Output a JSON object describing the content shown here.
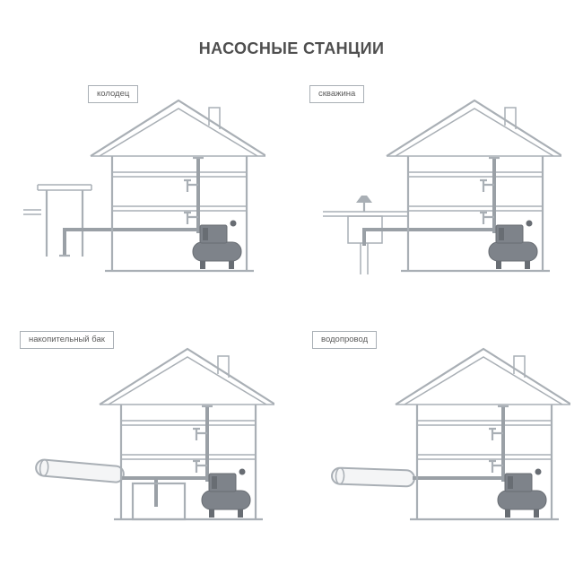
{
  "title": "НАСОСНЫЕ СТАНЦИИ",
  "panels": [
    {
      "id": "well",
      "label": "колодец"
    },
    {
      "id": "borehole",
      "label": "скважина"
    },
    {
      "id": "storage-tank",
      "label": "накопительный бак"
    },
    {
      "id": "water-main",
      "label": "водопровод"
    }
  ],
  "icons": {
    "house": "house-cross-section-icon",
    "pump": "pump-station-icon",
    "tap": "water-tap-icon"
  },
  "colors": {
    "line": "#a9afb5",
    "pipe": "#9aa0a6",
    "pump": "#7e838a",
    "pump-dark": "#686d73",
    "text": "#4f4f4f",
    "background": "#ffffff"
  }
}
